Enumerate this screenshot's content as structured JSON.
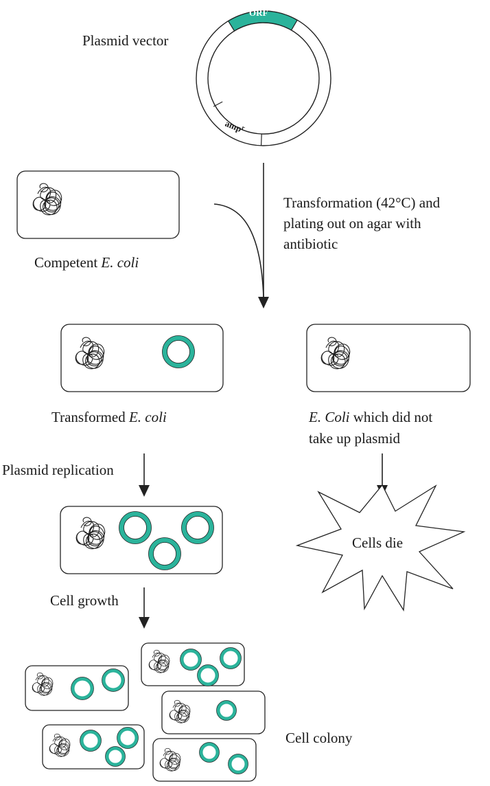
{
  "labels": {
    "plasmid_vector": "Plasmid vector",
    "orf": "ORF",
    "amp": "amp",
    "amp_sup": "r",
    "transformation_line1": "Transformation (42°C) and",
    "transformation_line2": "plating out on agar with",
    "transformation_line3": "antibiotic",
    "competent_prefix": "Competent ",
    "competent_italic": "E. coli",
    "transformed_prefix": "Transformed ",
    "transformed_italic": "E. coli",
    "notake_italic": "E. Coli",
    "notake_line1_rest": " which did not",
    "notake_line2": "take up plasmid",
    "plasmid_replication": "Plasmid replication",
    "cells_die": "Cells die",
    "cell_growth": "Cell growth",
    "cell_colony": "Cell colony"
  },
  "colors": {
    "plasmid_teal": "#2bb39b",
    "outline": "#222222"
  },
  "icons": [
    "chromosome-icon",
    "plasmid-icon",
    "down-arrow-icon",
    "starburst-icon"
  ]
}
